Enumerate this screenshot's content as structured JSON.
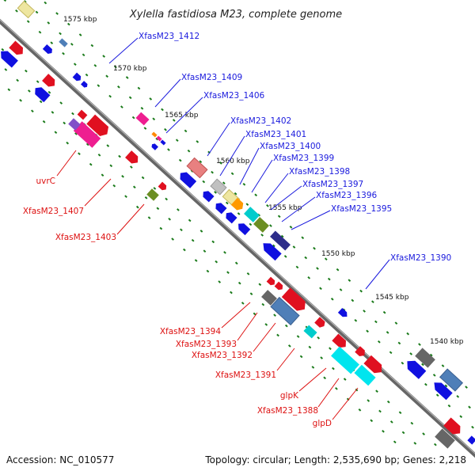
{
  "title": "Xylella fastidiosa M23, complete genome",
  "footer": {
    "accession": "Accession: NC_010577",
    "topology": "Topology: circular; Length: 2,535,690 bp; Genes: 2,218"
  },
  "colors": {
    "backbone": "#777777",
    "tick": "#1a7a1a",
    "forward_label": "#1a1add",
    "reverse_label": "#dd1111"
  },
  "scale_ticks": [
    "1575 kbp",
    "1570 kbp",
    "1565 kbp",
    "1560 kbp",
    "1555 kbp",
    "1550 kbp",
    "1545 kbp",
    "1540 kbp"
  ],
  "forward_genes": [
    "XfasM23_1412",
    "XfasM23_1409",
    "XfasM23_1406",
    "XfasM23_1402",
    "XfasM23_1401",
    "XfasM23_1400",
    "XfasM23_1399",
    "XfasM23_1398",
    "XfasM23_1397",
    "XfasM23_1396",
    "XfasM23_1395",
    "XfasM23_1390"
  ],
  "reverse_genes": [
    "uvrC",
    "XfasM23_1407",
    "XfasM23_1403",
    "XfasM23_1394",
    "XfasM23_1393",
    "XfasM23_1392",
    "XfasM23_1391",
    "glpK",
    "XfasM23_1388",
    "glpD"
  ]
}
